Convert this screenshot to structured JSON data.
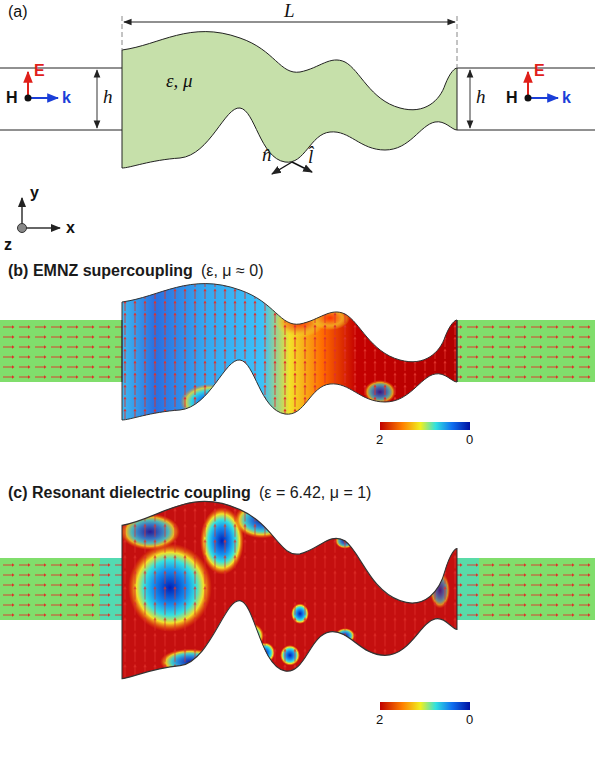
{
  "diagram": {
    "labels": [
      "(a)",
      "L",
      "E",
      "H",
      "k",
      "h",
      "ε, μ",
      "h",
      "E",
      "H",
      "k",
      "n̂",
      "l̂",
      "y",
      "z",
      "x",
      "(b) EMNZ supercoupling",
      "(ε, μ ≈ 0)",
      "2",
      "0",
      "(c) Resonant dielectric coupling",
      "(ε = 6.42, μ = 1)",
      "2",
      "0"
    ]
  }
}
